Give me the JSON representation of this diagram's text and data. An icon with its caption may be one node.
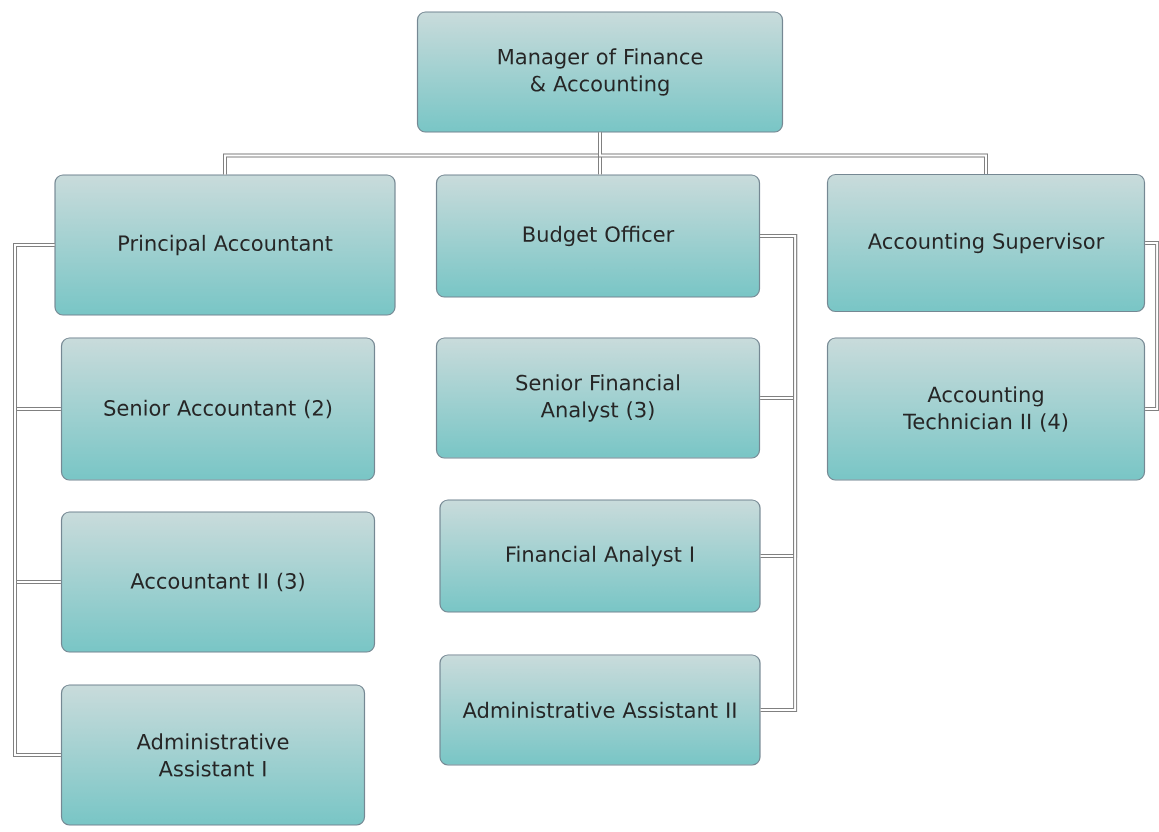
{
  "diagram": {
    "nodes": [
      {
        "text": [
          "Manager of Finance & Accounting"
        ]
      },
      {
        "text": [
          "Principal Accountant"
        ]
      },
      {
        "text": [
          "Budget Officer"
        ]
      },
      {
        "text": [
          "Accounting Supervisor"
        ]
      },
      {
        "text": [
          "Senior Accountant (2)"
        ]
      },
      {
        "text": [
          "Accountant II (3)"
        ]
      },
      {
        "text": [
          "Administrative Assistant I"
        ]
      },
      {
        "text": [
          "Senior Financial Analyst (3)"
        ]
      },
      {
        "text": [
          "Financial Analyst I"
        ]
      },
      {
        "text": [
          "Administrative Assistant II"
        ]
      },
      {
        "text": [
          "Accounting Technician II (4)"
        ]
      }
    ],
    "edges": [
      {
        "from": 0,
        "to": 1,
        "arrow": "none"
      },
      {
        "from": 0,
        "to": 2,
        "arrow": "none"
      },
      {
        "from": 0,
        "to": 3,
        "arrow": "none"
      },
      {
        "from": 1,
        "to": 4,
        "arrow": "none"
      },
      {
        "from": 1,
        "to": 5,
        "arrow": "none"
      },
      {
        "from": 1,
        "to": 6,
        "arrow": "none"
      },
      {
        "from": 2,
        "to": 7,
        "arrow": "none"
      },
      {
        "from": 2,
        "to": 8,
        "arrow": "none"
      },
      {
        "from": 2,
        "to": 9,
        "arrow": "none"
      },
      {
        "from": 3,
        "to": 10,
        "arrow": "none"
      }
    ]
  }
}
